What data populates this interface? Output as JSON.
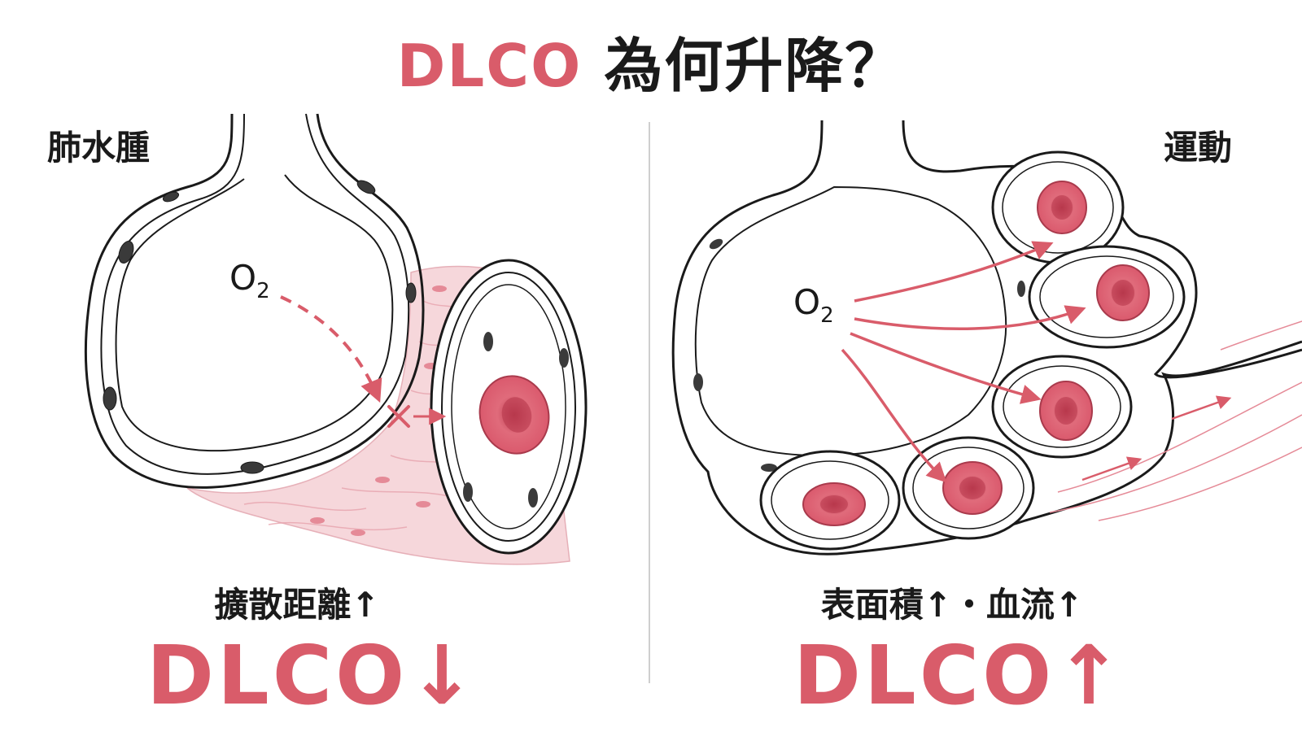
{
  "title": {
    "accent": "DLCO",
    "rest": " 為何升降？"
  },
  "left": {
    "label": "肺水腫",
    "o2_label": "O",
    "o2_sub": "2",
    "caption": "擴散距離↑",
    "result": "DLCO↓"
  },
  "right": {
    "label": "運動",
    "o2_label": "O",
    "o2_sub": "2",
    "caption": "表面積↑・血流↑",
    "result": "DLCO↑"
  },
  "colors": {
    "accent": "#d95c6a",
    "edema": "#f6d3d8",
    "rbc": "#d9566a",
    "ink": "#1a1a1a"
  }
}
